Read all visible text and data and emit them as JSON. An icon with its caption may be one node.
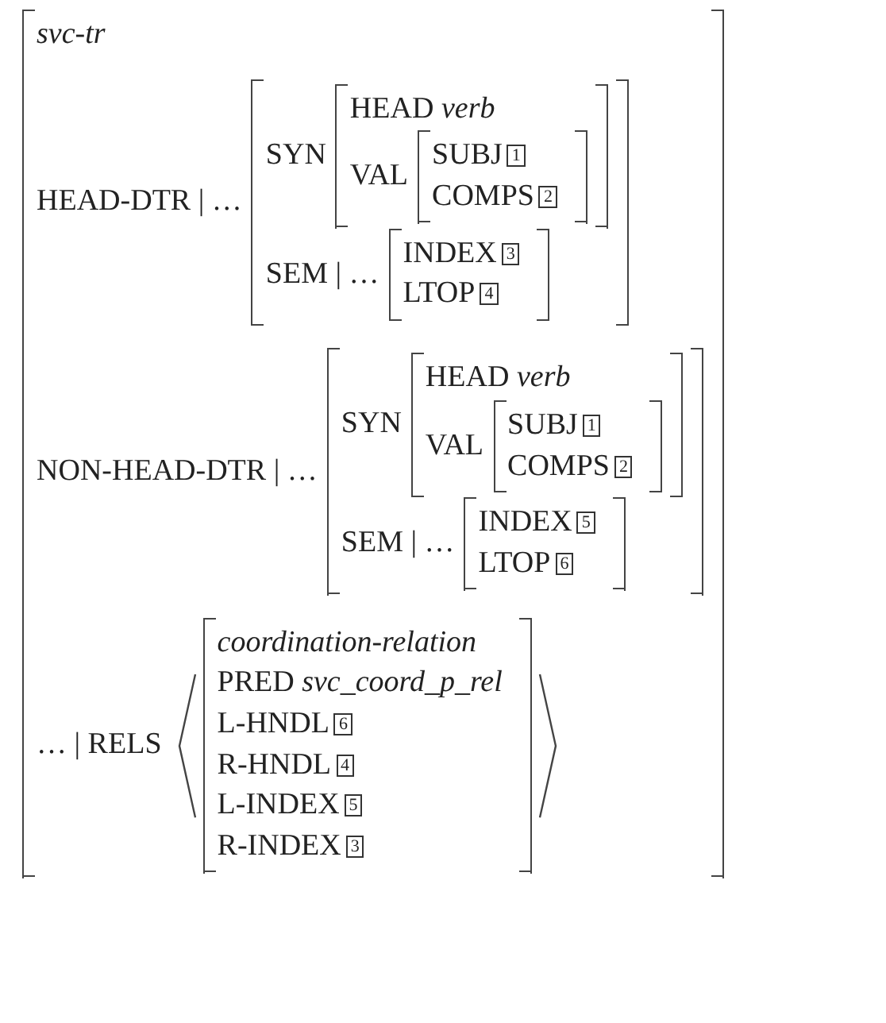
{
  "diagram": {
    "nodes": [
      {
        "text": [
          "svc-tr",
          "HEAD-DTR | …",
          "NON-HEAD-DTR | …",
          "… | RELS"
        ]
      },
      {
        "text": [
          "SYN",
          "SEM | …"
        ],
        "in": 0
      },
      {
        "text": [
          "HEAD *verb*",
          "VAL"
        ],
        "in": 1
      },
      {
        "text": [
          "SUBJ 1",
          "COMPS 2"
        ],
        "in": 2
      },
      {
        "text": [
          "INDEX 3",
          "LTOP 4"
        ],
        "in": 1
      },
      {
        "text": [
          "SYN",
          "SEM | …"
        ],
        "in": 0
      },
      {
        "text": [
          "HEAD *verb*",
          "VAL"
        ],
        "in": 5
      },
      {
        "text": [
          "SUBJ 1",
          "COMPS 2"
        ],
        "in": 6
      },
      {
        "text": [
          "INDEX 5",
          "LTOP 6"
        ],
        "in": 5
      },
      {
        "text": [
          "coordination-relation",
          "PRED *svc_coord_p_rel*",
          "L-HNDL 6",
          "R-HNDL 4",
          "L-INDEX 5",
          "R-INDEX 3"
        ],
        "in": 0
      }
    ]
  }
}
